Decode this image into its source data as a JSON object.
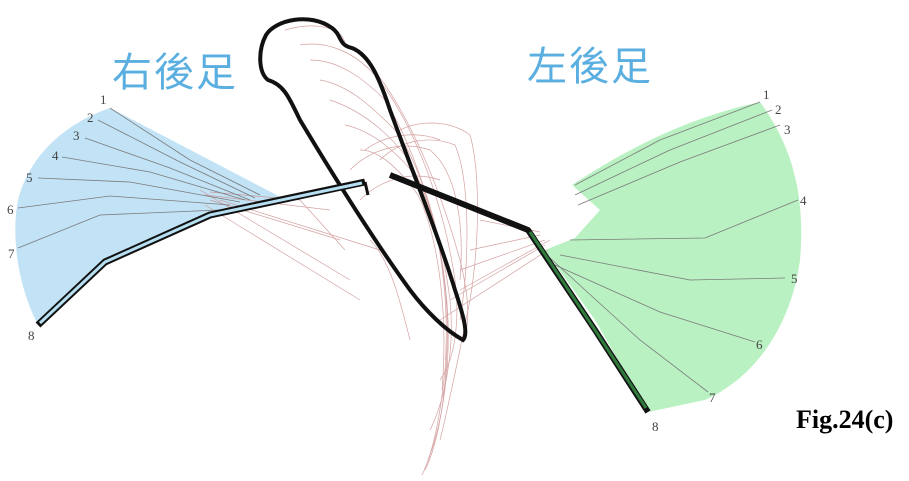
{
  "figure": {
    "title_right_leg": "右後足",
    "title_left_leg": "左後足",
    "caption": "Fig.24(c)",
    "colors": {
      "title": "#5aaee0",
      "right_fill": "#bfe2f5",
      "left_fill": "#b5f0bf",
      "right_leg_bar": "#b7dff2",
      "left_leg_bar": "#2f7a3c",
      "body_outline": "#111111",
      "trace": "#c98a8a"
    },
    "right_labels": [
      "1",
      "2",
      "3",
      "4",
      "5",
      "6",
      "7",
      "8"
    ],
    "left_labels": [
      "1",
      "2",
      "3",
      "4",
      "5",
      "6",
      "7",
      "8"
    ]
  }
}
